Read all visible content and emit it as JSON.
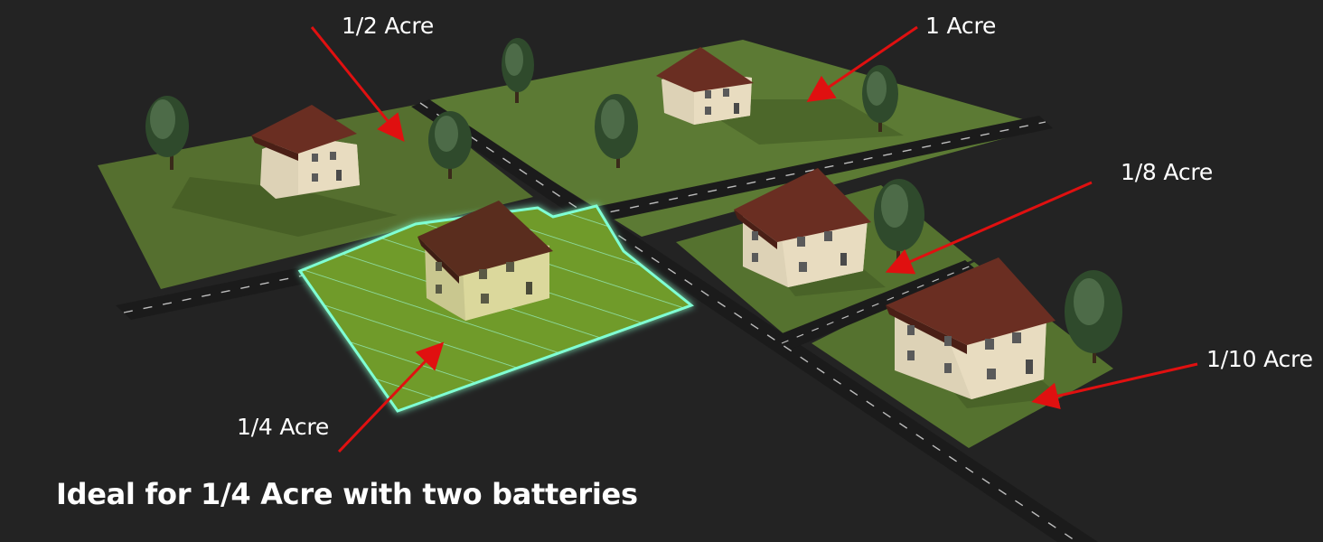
{
  "labels": {
    "half_acre": "1/2 Acre",
    "one_acre": "1 Acre",
    "eighth_acre": "1/8 Acre",
    "tenth_acre": "1/10 Acre",
    "quarter_acre": "1/4 Acre"
  },
  "headline": "Ideal for 1/4 Acre with two batteries",
  "colors": {
    "background": "#232323",
    "grass": "#5c7a34",
    "road": "#1b1b1b",
    "highlight": "#7fffd4",
    "arrow": "#e01010",
    "roof": "#6a2e22",
    "wall": "#e8dcc0"
  }
}
